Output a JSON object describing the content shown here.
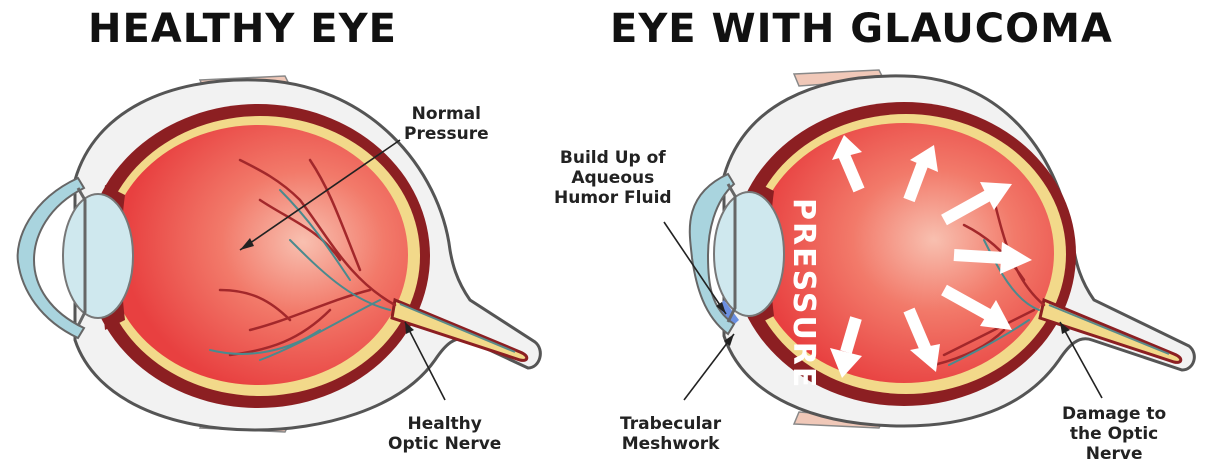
{
  "titles": {
    "healthy": "HEALTHY EYE",
    "glaucoma": "EYE WITH GLAUCOMA"
  },
  "labels": {
    "normal_pressure": [
      "Normal",
      "Pressure"
    ],
    "healthy_optic_nerve": [
      "Healthy",
      "Optic Nerve"
    ],
    "build_up": [
      "Build Up of",
      "Aqueous",
      "Humor Fluid"
    ],
    "trabecular": [
      "Trabecular",
      "Meshwork"
    ],
    "damage": [
      "Damage to",
      "the Optic",
      "Nerve"
    ],
    "pressure_word": "PRESSURE"
  },
  "colors": {
    "interior": "#ef4a4a",
    "interior_light": "#f9b8a8",
    "sclera_outline": "#555555",
    "choroid": "#8c1f22",
    "retina": "#f2d98a",
    "lens": "#cfe8ee",
    "cornea": "#a9d4de",
    "vessels_red": "#a3282b",
    "vessels_teal": "#4a8a8e",
    "fluid": "#6b8fe0",
    "arrows": "#ffffff"
  }
}
